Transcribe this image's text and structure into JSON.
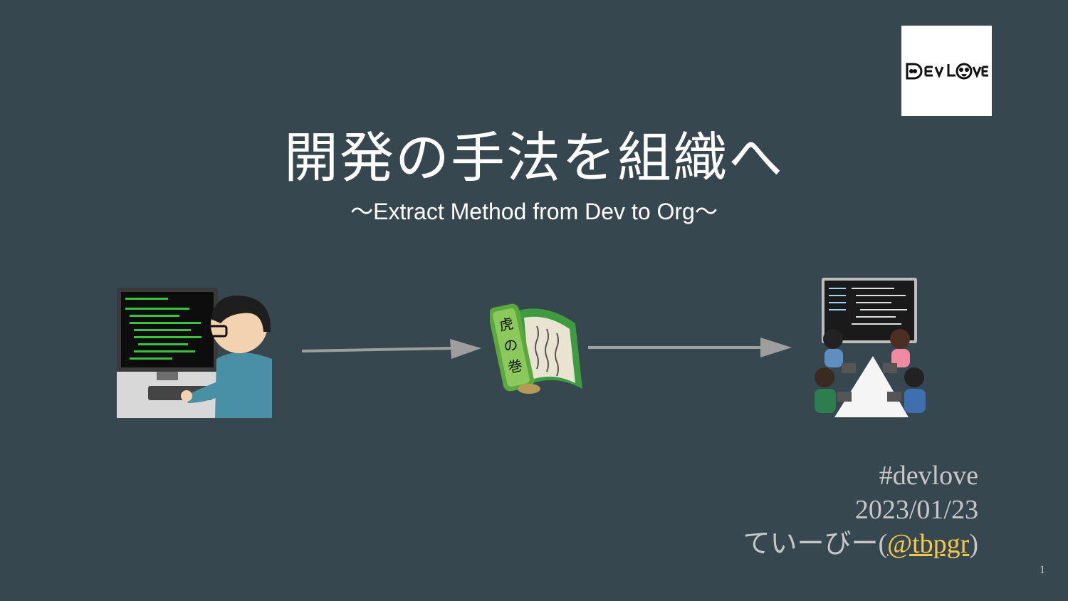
{
  "slide": {
    "title": "開発の手法を組織へ",
    "subtitle": "〜Extract Method from Dev to Org〜",
    "hashtag": "#devlove",
    "date": "2023/01/23",
    "author_prefix": "ていーびー(",
    "author_handle": "@tbpgr",
    "author_suffix": ")",
    "page_number": "1"
  },
  "logo": {
    "text": "DEV LOVE",
    "icon": "devlove-logo"
  },
  "illustrations": {
    "developer": "programmer-at-computer-illustration",
    "scroll": "tora-no-maki-scroll-illustration",
    "scroll_text": [
      "虎",
      "の",
      "巻"
    ],
    "team": "team-meeting-illustration"
  },
  "colors": {
    "background": "#37474f",
    "text": "#ffffff",
    "meta_text": "#c7c7c7",
    "link": "#f2c94c",
    "arrow": "#9e9e9e"
  }
}
